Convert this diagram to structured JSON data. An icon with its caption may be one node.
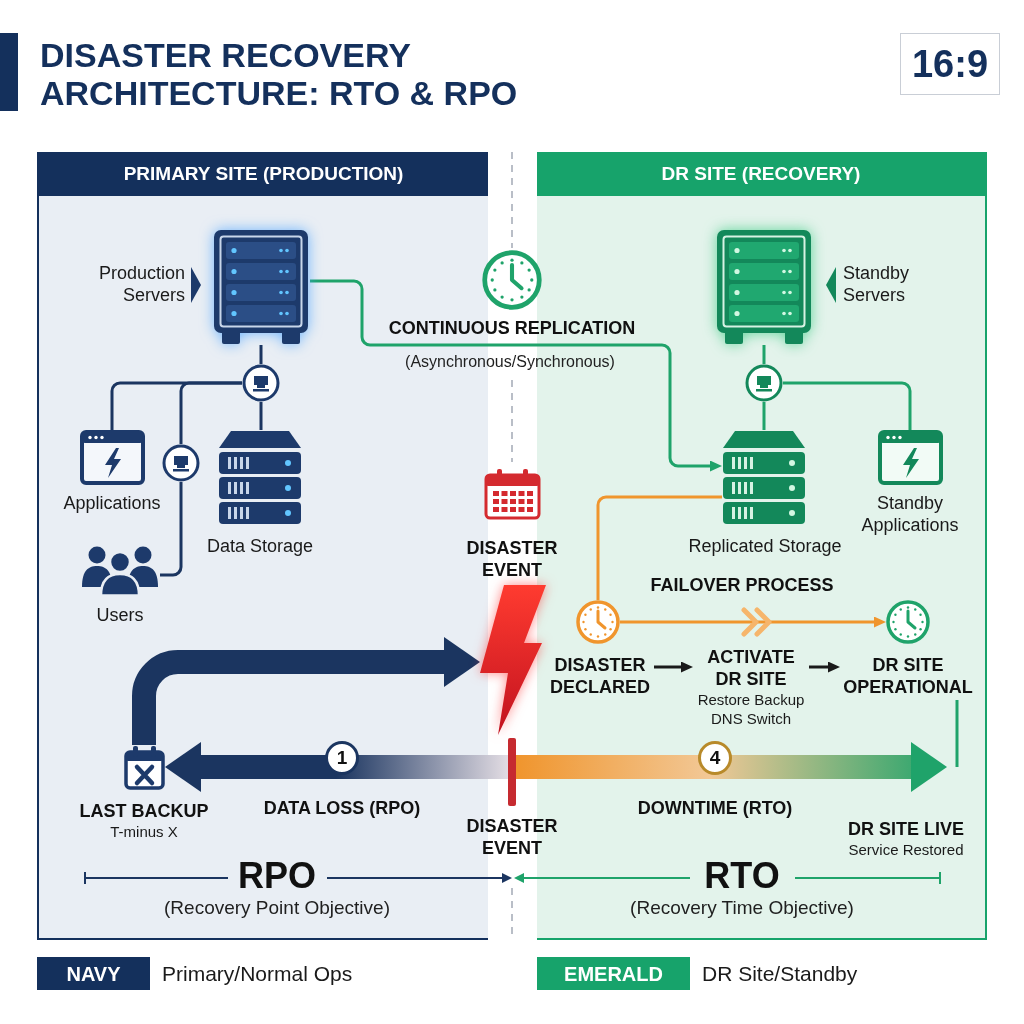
{
  "diagram": {
    "title": "DISASTER RECOVERY ARCHITECTURE: RTO & RPO",
    "nodes": [
      {
        "text": [
          "PRIMARY SITE (PRODUCTION)"
        ]
      },
      {
        "text": [],
        "shape": "picture",
        "in": 0,
        "beside": [
          "Production Servers"
        ]
      },
      {
        "text": [],
        "shape": "picture",
        "in": 0
      },
      {
        "text": [],
        "shape": "picture",
        "in": 0,
        "beside": [
          "Applications"
        ]
      },
      {
        "text": [],
        "shape": "picture",
        "in": 0
      },
      {
        "text": [],
        "shape": "picture",
        "in": 0,
        "beside": [
          "Data Storage"
        ]
      },
      {
        "text": [],
        "shape": "picture",
        "in": 0,
        "beside": [
          "Users"
        ]
      },
      {
        "text": [],
        "shape": "picture",
        "in": 0,
        "beside": [
          "LAST BACKUP",
          "T-minus X"
        ]
      },
      {
        "text": [
          "DR SITE (RECOVERY)"
        ]
      },
      {
        "text": [],
        "shape": "picture",
        "in": 8,
        "beside": [
          "Standby Servers"
        ]
      },
      {
        "text": [],
        "shape": "picture",
        "in": 8
      },
      {
        "text": [],
        "shape": "picture",
        "in": 8,
        "beside": [
          "Replicated Storage"
        ]
      },
      {
        "text": [],
        "shape": "picture",
        "in": 8,
        "beside": [
          "Standby Applications"
        ]
      },
      {
        "text": [],
        "shape": "picture",
        "in": 8
      },
      {
        "text": [],
        "shape": "picture",
        "in": 8
      },
      {
        "text": [
          "DISASTER DECLARED"
        ],
        "in": 8
      },
      {
        "text": [
          "ACTIVATE DR SITE",
          "Restore Backup",
          "DNS Switch"
        ],
        "in": 8
      },
      {
        "text": [
          "DR SITE OPERATIONAL"
        ],
        "in": 8
      },
      {
        "text": [
          "DR SITE LIVE",
          "Service Restored"
        ],
        "in": 8
      },
      {
        "text": [],
        "shape": "picture"
      },
      {
        "text": [],
        "shape": "bar",
        "beside": [
          "DISASTER EVENT"
        ]
      }
    ],
    "edges": [
      {
        "from": 1,
        "to": 2,
        "arrow": "none"
      },
      {
        "from": 2,
        "to": 3,
        "arrow": "none"
      },
      {
        "from": 2,
        "to": 4,
        "arrow": "none"
      },
      {
        "from": 4,
        "to": 6,
        "arrow": "none"
      },
      {
        "from": 2,
        "to": 5,
        "arrow": "none"
      },
      {
        "from": 1,
        "to": 11,
        "arrow": "to",
        "label": "CONTINUOUS REPLICATION",
        "color": "#1fa36a"
      },
      {
        "from": 9,
        "to": 10,
        "arrow": "none",
        "color": "#1fa36a"
      },
      {
        "from": 10,
        "to": 11,
        "arrow": "none",
        "color": "#1fa36a"
      },
      {
        "from": 10,
        "to": 12,
        "arrow": "none",
        "color": "#1fa36a"
      },
      {
        "from": 11,
        "to": 13,
        "arrow": "none",
        "color": "#f0952d"
      },
      {
        "from": 13,
        "to": 14,
        "arrow": "to",
        "label": "FAILOVER PROCESS",
        "color": "#f0952d"
      },
      {
        "from": 15,
        "to": 16,
        "arrow": "to",
        "color": "#1a1a1a"
      },
      {
        "from": 16,
        "to": 17,
        "arrow": "to",
        "color": "#1a1a1a"
      },
      {
        "from": 17,
        "to": 18,
        "arrow": "none",
        "color": "#1fa36a"
      },
      {
        "from": 7,
        "to": 19,
        "arrow": "to",
        "style": "thick"
      },
      {
        "from": 20,
        "to": 7,
        "arrow": "to",
        "label": "DATA LOSS (RPO)",
        "style": "thick"
      },
      {
        "from": 20,
        "to": 18,
        "arrow": "to",
        "label": "DOWNTIME (RTO)",
        "style": "thick",
        "color": "#f0952d"
      }
    ],
    "labels": [
      "16:9",
      "(Asynchronous/Synchronous)",
      "DISASTER EVENT",
      "1",
      "4",
      "RPO",
      "(Recovery Point Objective)",
      "RTO",
      "(Recovery Time Objective)",
      "NAVY",
      "EMERALD"
    ],
    "legend": [
      {
        "text": "Primary/Normal Ops",
        "color": "#14305c"
      },
      {
        "text": "DR Site/Standby",
        "color": "#17a36b"
      }
    ]
  }
}
